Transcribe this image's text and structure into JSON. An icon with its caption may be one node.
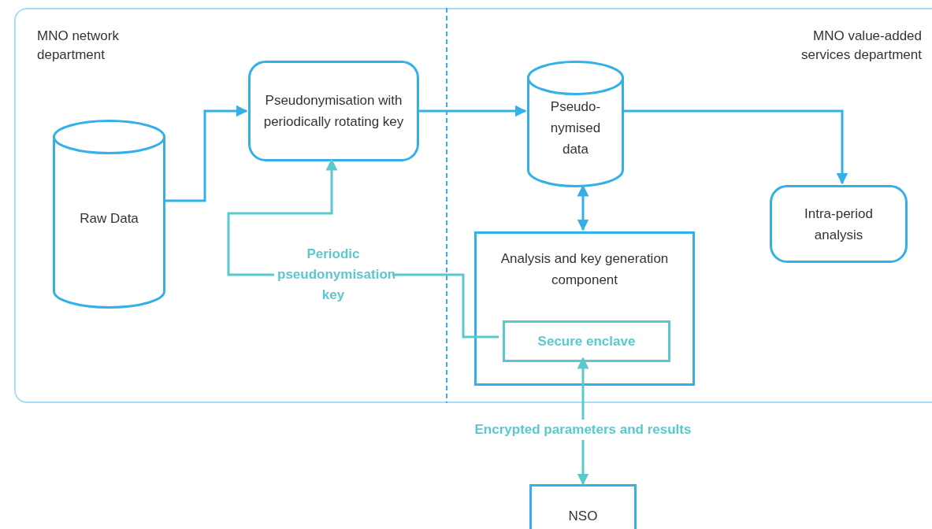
{
  "diagram": {
    "nodes": [
      {
        "text": [
          "MNO network department",
          "MNO value-added services department"
        ]
      },
      {
        "text": [
          "Raw Data"
        ],
        "in": 0
      },
      {
        "text": [
          "Pseudonymisation with periodically rotating key"
        ],
        "in": 0
      },
      {
        "text": [
          "Pseudo- nymised data"
        ],
        "in": 0
      },
      {
        "text": [
          "Intra-period analysis"
        ],
        "in": 0
      },
      {
        "text": [
          "Analysis and key generation component"
        ],
        "in": 0
      },
      {
        "text": [
          "Secure enclave"
        ],
        "in": 5
      },
      {
        "text": [
          "NSO"
        ]
      }
    ],
    "edges": [
      {
        "from": 1,
        "to": 2,
        "arrow": "to"
      },
      {
        "from": 2,
        "to": 3,
        "arrow": "to"
      },
      {
        "from": 3,
        "to": 4,
        "arrow": "to"
      },
      {
        "from": 3,
        "to": 5,
        "arrow": "both"
      },
      {
        "from": 6,
        "to": 2,
        "arrow": "to",
        "label": "Periodic pseudonymisation key",
        "color": "#5bc8cc"
      },
      {
        "from": 7,
        "to": 6,
        "arrow": "both",
        "label": "Encrypted parameters and results",
        "color": "#5bc8cc"
      }
    ]
  }
}
